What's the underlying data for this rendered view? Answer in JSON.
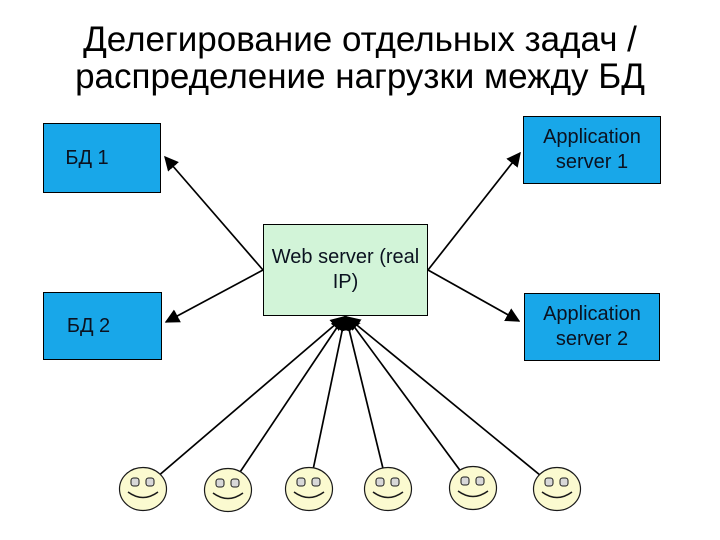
{
  "slide": {
    "title_line1": "Делегирование отдельных задач /",
    "title_line2": "распределение нагрузки между БД"
  },
  "nodes": {
    "db1": {
      "label": "БД 1"
    },
    "app1": {
      "label": "Application server 1"
    },
    "web": {
      "label": "Web server (real IP)"
    },
    "db2": {
      "label": "БД 2"
    },
    "app2": {
      "label": "Application server 2"
    }
  },
  "users": {
    "count": 6,
    "icon": "smiley-face-icon"
  },
  "colors": {
    "node_blue": "#18A7E9",
    "node_green": "#D2F4D8",
    "smiley_fill": "#FBFAD0",
    "smiley_eye": "#D8D8D8",
    "line": "#000000",
    "text": "#000000",
    "background": "#FFFFFF"
  }
}
